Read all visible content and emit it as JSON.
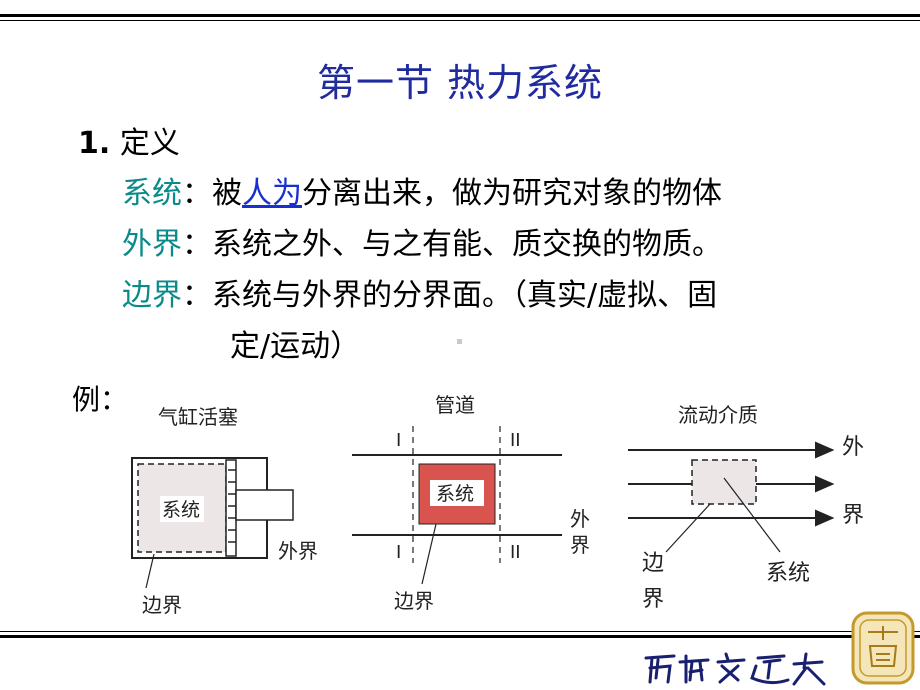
{
  "title": "第一节 热力系统",
  "section": {
    "number": "1.",
    "heading": "定义"
  },
  "definitions": [
    {
      "term": "系统",
      "sep": "：",
      "pre": "被",
      "link": "人为",
      "post": "分离出来，做为研究对象的物体"
    },
    {
      "term": "外界",
      "sep": "：",
      "text": "系统之外、与之有能、质交换的物质。"
    },
    {
      "term": "边界",
      "sep": "：",
      "text": "系统与外界的分界面。（真实/虚拟、固",
      "continuation": "定/运动）"
    }
  ],
  "example_label": "例：",
  "diagrams": {
    "piston": {
      "title": "气缸活塞",
      "system": "系统",
      "surroundings": "外界",
      "boundary": "边界"
    },
    "pipe": {
      "title": "管道",
      "system": "系统",
      "section_1": "I",
      "section_2": "II",
      "surroundings_1": "外",
      "surroundings_2": "界",
      "boundary": "边界"
    },
    "flow": {
      "title": "流动介质",
      "surroundings_1": "外",
      "surroundings_2": "界",
      "boundary_1": "边",
      "boundary_2": "界",
      "system": "系统"
    }
  },
  "colors": {
    "title": "#1f2b9e",
    "term": "#0a8a8a",
    "link": "#1a2fd0",
    "pipe_system": "#d9534f",
    "system_fill": "#ece6e6"
  }
}
